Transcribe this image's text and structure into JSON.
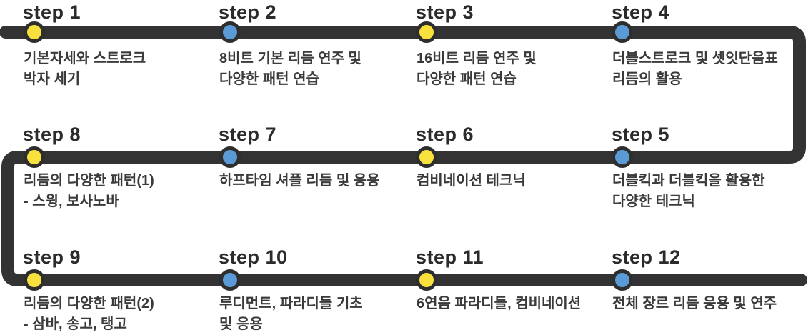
{
  "colors": {
    "background": "#ffffff",
    "line": "#333333",
    "dot_border": "#2e2e2e",
    "yellow": "#f8e13c",
    "blue": "#5b9bd5",
    "heading_text": "#2b2b2b",
    "body_text": "#3a3a3a"
  },
  "steps": [
    {
      "label": "step 1",
      "dot_color": "yellow",
      "desc_lines": [
        "기본자세와 스트로크",
        "박자 세기"
      ]
    },
    {
      "label": "step 2",
      "dot_color": "blue",
      "desc_lines": [
        "8비트 기본 리듬 연주 및",
        "다양한 패턴 연습"
      ]
    },
    {
      "label": "step 3",
      "dot_color": "yellow",
      "desc_lines": [
        "16비트 리듬 연주 및",
        "다양한 패턴 연습"
      ]
    },
    {
      "label": "step 4",
      "dot_color": "blue",
      "desc_lines": [
        "더블스트로크 및 셋잇단음표",
        "리듬의 활용"
      ]
    },
    {
      "label": "step 5",
      "dot_color": "blue",
      "desc_lines": [
        "더블킥과 더블킥을 활용한",
        "다양한 테크닉"
      ]
    },
    {
      "label": "step 6",
      "dot_color": "yellow",
      "desc_lines": [
        "컴비네이션 테크닉"
      ]
    },
    {
      "label": "step 7",
      "dot_color": "blue",
      "desc_lines": [
        "하프타임 셔플 리듬 및 응용"
      ]
    },
    {
      "label": "step 8",
      "dot_color": "yellow",
      "desc_lines": [
        "리듬의 다양한 패턴(1)",
        "- 스윙, 보사노바"
      ]
    },
    {
      "label": "step 9",
      "dot_color": "yellow",
      "desc_lines": [
        "리듬의 다양한 패턴(2)",
        "- 삼바, 송고, 탱고"
      ]
    },
    {
      "label": "step 10",
      "dot_color": "blue",
      "desc_lines": [
        "루디먼트, 파라디들 기초",
        "및 응용"
      ]
    },
    {
      "label": "step 11",
      "dot_color": "yellow",
      "desc_lines": [
        "6연음 파라디들, 컴비네이션"
      ]
    },
    {
      "label": "step 12",
      "dot_color": "blue",
      "desc_lines": [
        "전체 장르 리듬 응용 및 연주"
      ]
    }
  ]
}
